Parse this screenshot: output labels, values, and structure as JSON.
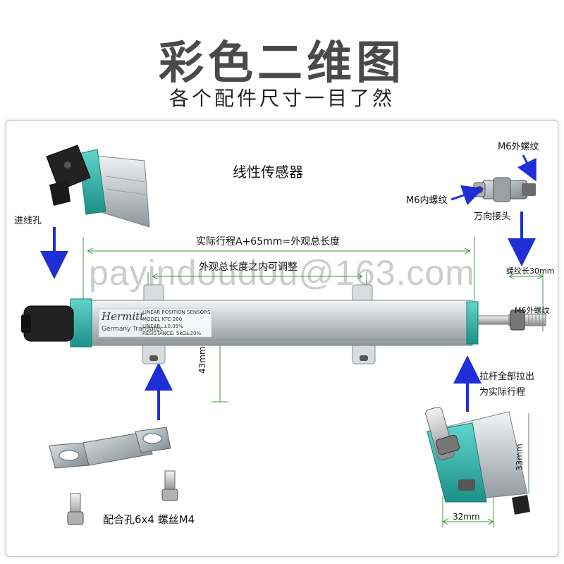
{
  "header": {
    "title": "彩色二维图",
    "subtitle": "各个配件尺寸一目了然"
  },
  "labels": {
    "sensor_title": "线性传感器",
    "m6_external_thread_top": "M6外螺纹",
    "m6_internal_thread": "M6内螺纹",
    "universal_joint": "万向接头",
    "cable_inlet": "进线孔",
    "stroke_formula": "实际行程A+65mm=外观总长度",
    "mount_spacing": "外观总长度之内可调整",
    "rod_length": "螺纹长30mm",
    "m6_external_thread_rod": "M6外螺纹",
    "height_43": "43mm",
    "rod_full_extension": "拉杆全部拉出\n为实际行程",
    "height_33": "33mm",
    "width_32": "32mm",
    "mount_hole_screw": "配合孔6x4 螺丝M4"
  },
  "device_label": {
    "brand": "Hermitt",
    "origin": "Germany Transutec",
    "heading": "LINEAR POSITION SENSORS",
    "model": "MODEL KTC-200",
    "linear": "LINEAR: ±0.05%",
    "resistance": "RESISTANCE: 5kΩ±20%"
  },
  "watermark": "payindoudou@163.com",
  "colors": {
    "arrow_blue": "#1f2fd6",
    "cyan_end": "#29b8b0",
    "dim_green": "#3c9a3c",
    "housing": "#c9ced1"
  }
}
